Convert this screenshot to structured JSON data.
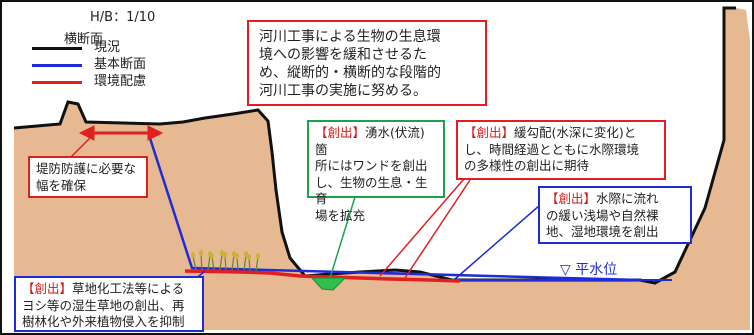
{
  "scale": "H/B：1/10",
  "legend": {
    "title": "横断面",
    "items": [
      {
        "label": "現況",
        "color": "#111111"
      },
      {
        "label": "基本断面",
        "color": "#1f2bd6"
      },
      {
        "label": "環境配慮",
        "color": "#e02020"
      }
    ]
  },
  "main_note": {
    "lines": [
      "河川工事による生物の生息環",
      "境への影響を緩和させるた",
      "め、縦断的・横断的な段階的",
      "河川工事の実施に努める。"
    ]
  },
  "levee_note": {
    "lines": [
      "堤防防護に必要な",
      "幅を確保"
    ]
  },
  "spring_note": {
    "tag": "【創出】",
    "lines": [
      "湧水(伏流)箇",
      "所にはワンドを創出",
      "し、生物の生息・生育",
      "場を拡充"
    ]
  },
  "slope_note": {
    "tag": "【創出】",
    "lines": [
      "緩勾配(水深に変化)と",
      "し、時間経過とともに水際環境",
      "の多様性の創出に期待"
    ]
  },
  "shallow_note": {
    "tag": "【創出】",
    "lines": [
      "水際に流れ",
      "の緩い浅場や自然裸",
      "地、湿地環境を創出"
    ]
  },
  "reed_note": {
    "tag": "【創出】",
    "lines": [
      "草地化工法等による",
      "ヨシ等の湿生草地の創出、再",
      "樹林化や外来植物侵入を抑制"
    ]
  },
  "water_level": "▽ 平水位",
  "colors": {
    "ground": "#e6b992",
    "existing": "#111111",
    "basic": "#1f2bd6",
    "environment": "#e02020",
    "wando": "#2fbf4a"
  }
}
